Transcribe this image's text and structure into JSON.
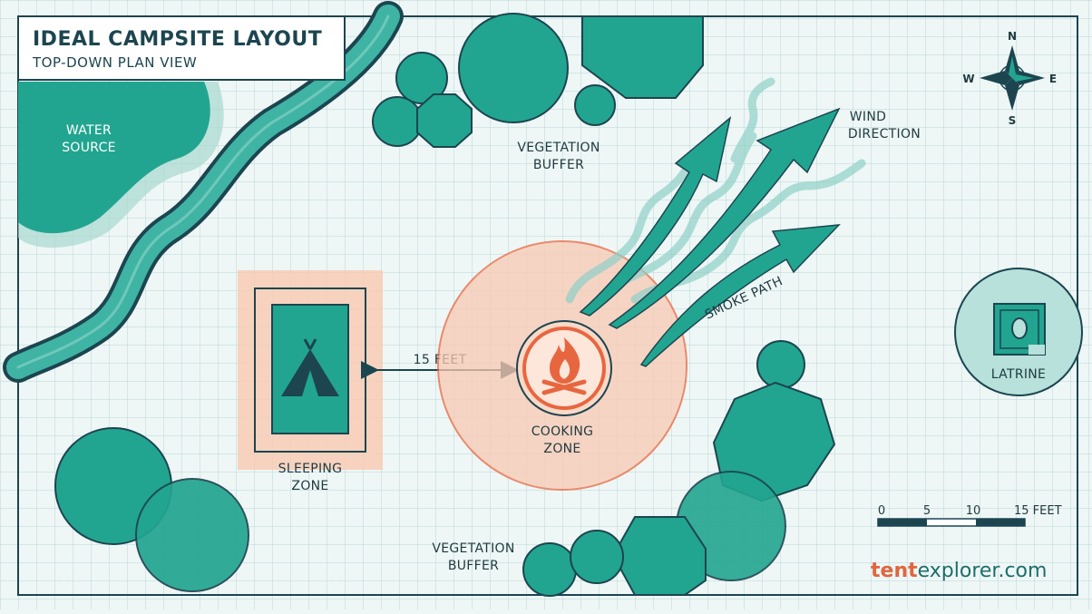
{
  "title": "IDEAL CAMPSITE LAYOUT",
  "subtitle": "TOP-DOWN PLAN VIEW",
  "labels": {
    "water_source": [
      "WATER",
      "SOURCE"
    ],
    "vegetation_buffer_top": [
      "VEGETATION",
      "BUFFER"
    ],
    "vegetation_buffer_bottom": [
      "VEGETATION",
      "BUFFER"
    ],
    "wind_direction": [
      "WIND",
      "DIRECTION"
    ],
    "smoke_path": "SMOKE PATH",
    "sleeping_zone": [
      "SLEEPING",
      "ZONE"
    ],
    "cooking_zone": [
      "COOKING",
      "ZONE"
    ],
    "latrine": "LATRINE",
    "distance": "15 FEET"
  },
  "compass": {
    "n": "N",
    "s": "S",
    "e": "E",
    "w": "W"
  },
  "scale": {
    "ticks": [
      "0",
      "5",
      "10",
      "15 FEET"
    ]
  },
  "brand": {
    "part1": "tent",
    "part2": "explorer.com"
  },
  "colors": {
    "background": "#eef7f6",
    "grid": "#b9d6d6",
    "teal": "#22a590",
    "dark_teal": "#1c4550",
    "orange": "#e8663f",
    "peach": "#f9c9b2"
  }
}
